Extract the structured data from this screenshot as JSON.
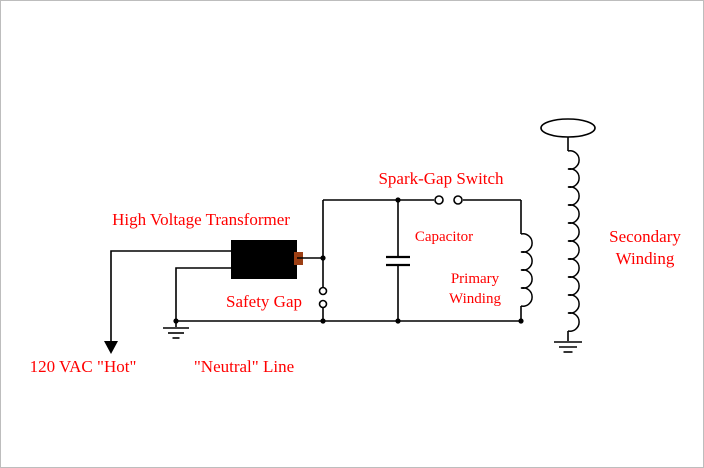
{
  "diagram": {
    "labels": {
      "spark_gap_switch": "Spark-Gap Switch",
      "high_voltage_transformer": "High Voltage Transformer",
      "capacitor": "Capacitor",
      "secondary_winding": "Secondary Winding",
      "primary_winding": "Primary Winding",
      "safety_gap": "Safety Gap",
      "hot_lead": "120 VAC \"Hot\"",
      "neutral_line": "\"Neutral\" Line"
    },
    "colors": {
      "label_text": "#ff0000",
      "wire": "#000000",
      "transformer_body": "#000000",
      "transformer_terminal": "#9c3f14",
      "background": "#ffffff"
    }
  }
}
